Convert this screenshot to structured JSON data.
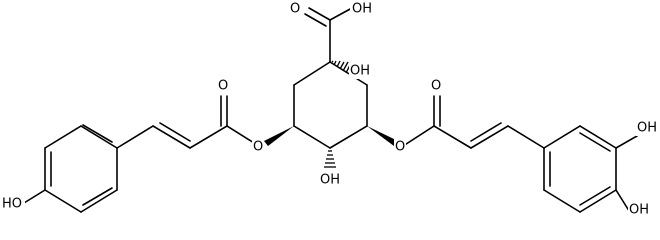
{
  "molecule": {
    "atom_labels": {
      "carboxyl_hydroxyl": "OH",
      "carboxyl_oxygen": "O",
      "c1_hydroxyl": "OH",
      "c4_hydroxyl": "OH",
      "left_ester_oxygen": "O",
      "left_carbonyl_oxygen": "O",
      "right_ester_oxygen": "O",
      "right_carbonyl_oxygen": "O",
      "phenol_hydroxyl_left": "HO",
      "catechol_hydroxyl_upper": "OH",
      "catechol_hydroxyl_lower": "OH"
    }
  },
  "colors": {
    "ink": "#000000",
    "background": "#ffffff"
  }
}
